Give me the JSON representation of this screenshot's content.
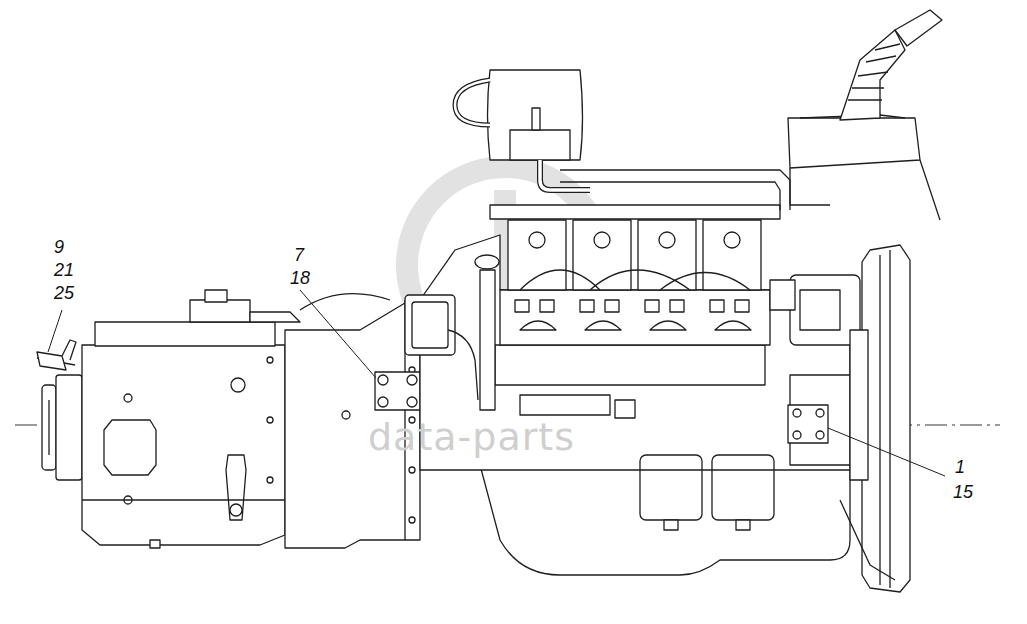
{
  "diagram": {
    "labels": [
      "9",
      "21",
      "25",
      "7",
      "18",
      "1",
      "15",
      "data-parts"
    ]
  }
}
